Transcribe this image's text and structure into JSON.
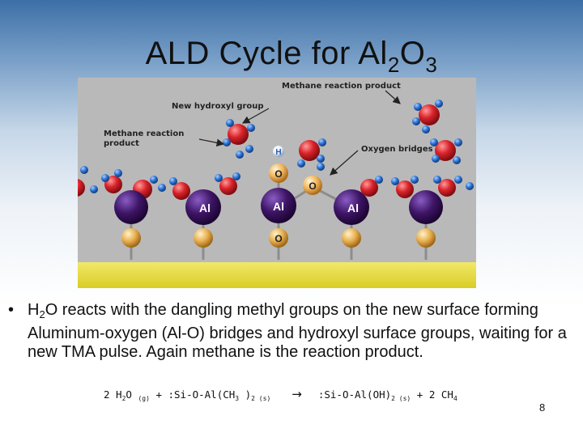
{
  "slide": {
    "title_prefix": "ALD Cycle for Al",
    "title_sub1": "2",
    "title_mid": "O",
    "title_sub2": "3",
    "number": "8"
  },
  "diagram": {
    "labels": {
      "methane_top": "Methane reaction product",
      "new_hydroxyl": "New hydroxyl group",
      "methane_left_line1": "Methane reaction",
      "methane_left_line2": "product",
      "oxygen_bridges": "Oxygen bridges"
    },
    "atoms": {
      "h": "H",
      "o": "O",
      "al": "Al"
    },
    "colors": {
      "background": "#b9b9b9",
      "substrate": "#e8de3c",
      "aluminum": "#3e1566",
      "oxygen": "#d9232a",
      "hydrogen": "#2a6fd1",
      "silicon": "#e7ae4e"
    }
  },
  "bullet": {
    "part1": "H",
    "sub": "2",
    "part2": "O reacts with the dangling methyl groups on the new surface forming Aluminum-oxygen (Al-O) bridges and hydroxyl surface groups, waiting for a new TMA pulse. Again methane is the reaction product."
  },
  "equation": {
    "lhs_a": "2 H",
    "lhs_a_sub": "2",
    "lhs_b": "O ",
    "lhs_b_sub": "(g)",
    "lhs_c": " + :Si-O-Al(CH",
    "lhs_c_sub": "3",
    "lhs_d": " )",
    "lhs_d_sub": "2 (s)",
    "arrow": "→",
    "rhs_a": ":Si-O-Al(OH)",
    "rhs_a_sub": "2 (s)",
    "rhs_b": " + 2 CH",
    "rhs_b_sub": "4"
  }
}
